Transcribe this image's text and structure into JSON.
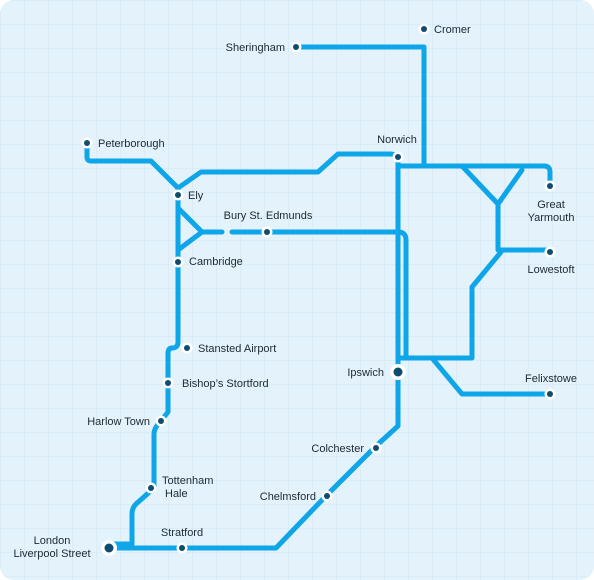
{
  "colors": {
    "background": "#e3f2fb",
    "grid": "#d0e7f5",
    "line": "#0ea5e9",
    "dot": "#0f4c6e",
    "label": "#1c2a33"
  },
  "stations": {
    "cromer": "Cromer",
    "sheringham": "Sheringham",
    "norwich": "Norwich",
    "peterborough": "Peterborough",
    "ely": "Ely",
    "great_yarmouth_1": "Great",
    "great_yarmouth_2": "Yarmouth",
    "bury": "Bury St. Edmunds",
    "cambridge": "Cambridge",
    "lowestoft": "Lowestoft",
    "stansted": "Stansted Airport",
    "bishops": "Bishop’s Stortford",
    "ipswich": "Ipswich",
    "felixstowe": "Felixstowe",
    "harlow": "Harlow Town",
    "colchester": "Colchester",
    "tottenham_1": "Tottenham",
    "tottenham_2": "Hale",
    "chelmsford": "Chelmsford",
    "london_1": "London",
    "london_2": "Liverpool Street",
    "stratford": "Stratford"
  }
}
